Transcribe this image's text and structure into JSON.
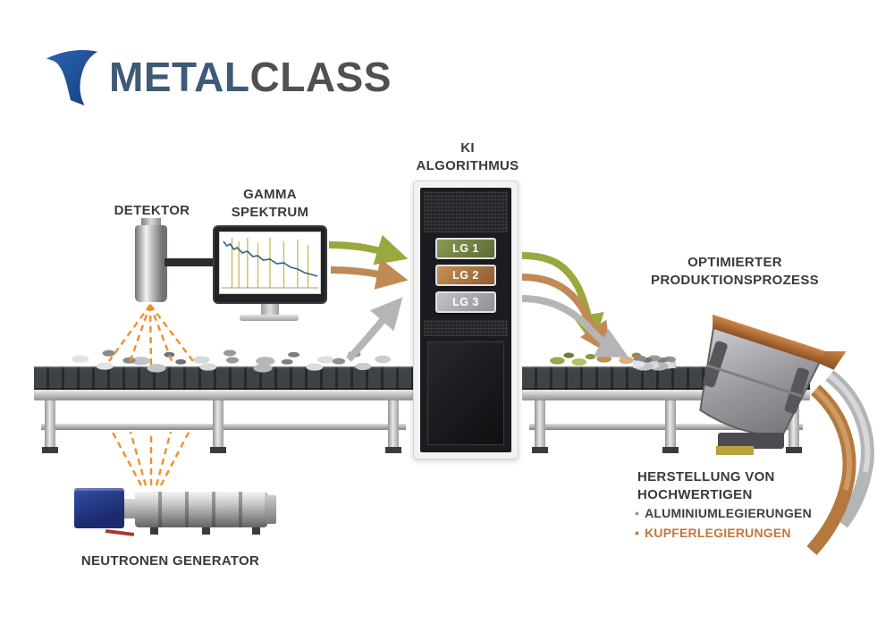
{
  "logo": {
    "brand_metal": "METAL",
    "brand_class": "CLASS"
  },
  "labels": {
    "detector": "DETEKTOR",
    "gamma_line1": "GAMMA",
    "gamma_line2": "SPEKTRUM",
    "ki_line1": "KI",
    "ki_line2": "ALGORITHMUS",
    "optimized_line1": "OPTIMIERTER",
    "optimized_line2": "PRODUKTIONSPROZESS",
    "neutron_generator": "NEUTRONEN GENERATOR",
    "production_line1": "HERSTELLUNG VON",
    "production_line2": "HOCHWERTIGEN"
  },
  "rack": {
    "slots": [
      {
        "label": "LG 1",
        "color": "#7d8d4a"
      },
      {
        "label": "LG 2",
        "color": "#bd8752"
      },
      {
        "label": "LG 3",
        "color": "#a7a8ab"
      }
    ]
  },
  "alloys": {
    "items": [
      {
        "bullet": "•",
        "label": "ALUMINIUMLEGIERUNGEN",
        "color": "#3f3f41"
      },
      {
        "bullet": "•",
        "label": "KUPFERLEGIERUNGEN",
        "color": "#c4763a"
      }
    ]
  },
  "colors": {
    "arrow_green": "#9aa83d",
    "arrow_copper": "#c08a55",
    "arrow_gray": "#b5b5b7",
    "rays_orange": "#ef8f2a",
    "text": "#3a3a3c",
    "logo_blue": "#2a5ca8"
  }
}
